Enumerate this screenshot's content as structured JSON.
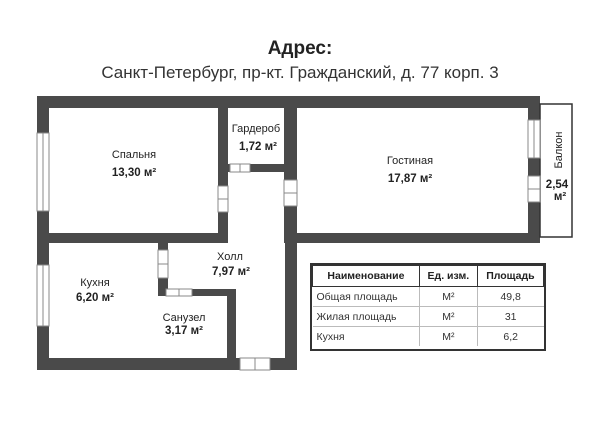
{
  "header": {
    "label": "Адрес:",
    "address": "Санкт-Петербург, пр-кт. Гражданский, д. 77 корп. 3"
  },
  "rooms": [
    {
      "name": "Спальня",
      "area": "13,30 м²"
    },
    {
      "name": "Гардероб",
      "area": "1,72 м²"
    },
    {
      "name": "Гостиная",
      "area": "17,87 м²"
    },
    {
      "name": "Холл",
      "area": "7,97 м²"
    },
    {
      "name": "Кухня",
      "area": "6,20 м²"
    },
    {
      "name": "Санузел",
      "area": "3,17 м²"
    },
    {
      "name": "Балкон",
      "area_value": "2,54",
      "area_unit": "м²"
    }
  ],
  "legend": {
    "headers": [
      "Наименование",
      "Ед. изм.",
      "Площадь"
    ],
    "rows": [
      [
        "Общая площадь",
        "М²",
        "49,8"
      ],
      [
        "Жилая площадь",
        "М²",
        "31"
      ],
      [
        "Кухня",
        "М²",
        "6,2"
      ]
    ]
  },
  "colors": {
    "wall": "#4a4a4a",
    "floor": "#ffffff",
    "text": "#222222"
  }
}
